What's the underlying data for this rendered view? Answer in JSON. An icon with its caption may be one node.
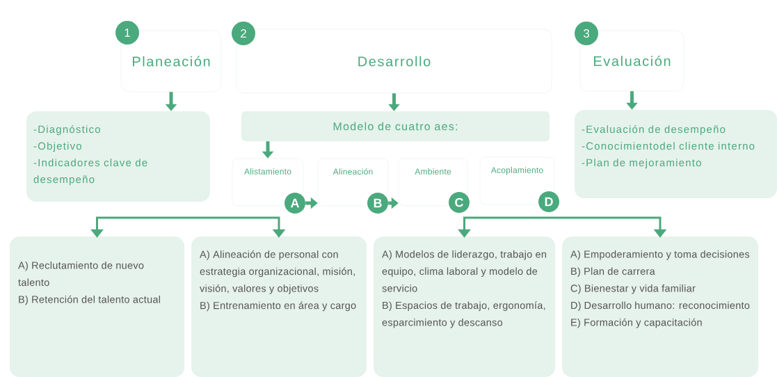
{
  "diagram": {
    "nodes": [
      {
        "text": [
          "1",
          "Planeación"
        ]
      },
      {
        "text": [
          "2",
          "Desarrollo"
        ]
      },
      {
        "text": [
          "3",
          "Evaluación"
        ]
      },
      {
        "text": [
          "-Diagnóstico",
          "-Objetivo",
          "-Indicadores clave de desempeño"
        ]
      },
      {
        "text": [
          "Modelo de cuatro aes:"
        ]
      },
      {
        "text": [
          "-Evaluación de desempeño",
          "-Conocimientodel cliente interno",
          "-Plan de mejoramiento"
        ]
      },
      {
        "text": [
          "Alistamiento",
          "A"
        ]
      },
      {
        "text": [
          "Alineación",
          "B"
        ]
      },
      {
        "text": [
          "Ambiente",
          "C"
        ]
      },
      {
        "text": [
          "Acoplamiento",
          "D"
        ]
      },
      {
        "text": [
          "A) Reclutamiento de nuevo talento",
          "B) Retención del talento actual"
        ]
      },
      {
        "text": [
          "A) Alineación de personal con estrategia organizacional, misión, visión, valores y objetivos",
          "B) Entrenamiento en área y cargo"
        ]
      },
      {
        "text": [
          "A) Modelos de liderazgo, trabajo en equipo, clima laboral y modelo de servicio",
          "B) Espacios de trabajo, ergonomía, esparcimiento y descanso"
        ]
      },
      {
        "text": [
          "A) Empoderamiento y toma decisiones",
          "B) Plan de carrera",
          "C) Bienestar y vida familiar",
          "D) Desarrollo humano: reconocimiento",
          "E) Formación y capacitación"
        ]
      }
    ],
    "edges": [
      {
        "from": 0,
        "to": 3,
        "arrow": "to"
      },
      {
        "from": 1,
        "to": 4,
        "arrow": "to"
      },
      {
        "from": 2,
        "to": 5,
        "arrow": "to"
      },
      {
        "from": 4,
        "to": 6,
        "arrow": "to"
      },
      {
        "from": 6,
        "to": 7,
        "arrow": "to"
      },
      {
        "from": 7,
        "to": 8,
        "arrow": "to"
      },
      {
        "from": null,
        "to": 10,
        "arrow": "to"
      },
      {
        "from": null,
        "to": 11,
        "arrow": "to"
      },
      {
        "from": null,
        "to": 12,
        "arrow": "to"
      },
      {
        "from": null,
        "to": 13,
        "arrow": "to"
      }
    ]
  }
}
